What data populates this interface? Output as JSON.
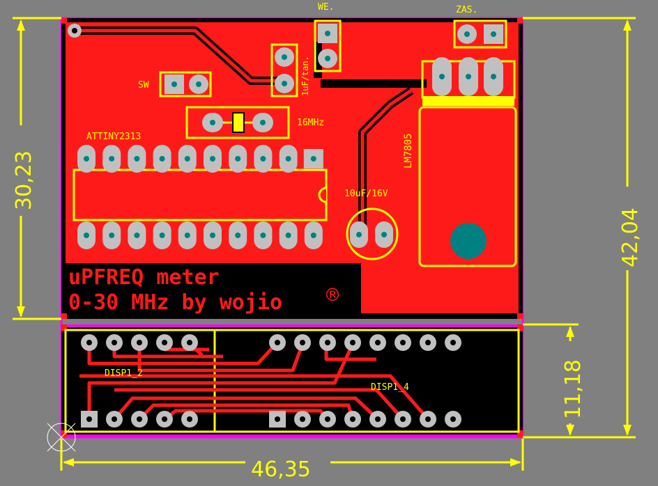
{
  "dimensions": {
    "height_main": "30,23",
    "height_total": "42,04",
    "height_display": "11,18",
    "width": "46,35"
  },
  "board_labels": {
    "sw": "SW",
    "we": "WE.",
    "zas": "ZAS.",
    "cap1": "1uF/tan.",
    "crystal": "16MHz",
    "mcu": "ATTINY2313",
    "regulator": "LM7805",
    "cap2": "10uF/16V",
    "disp1": "DISP1_2",
    "disp2": "DISP1_4"
  },
  "silkscreen_text": {
    "line1": "uPFREQ meter",
    "line2": "0-30 MHz by wojio",
    "registered": "®"
  },
  "colors": {
    "background": "#808080",
    "copper": "#ff1a1a",
    "board": "#000000",
    "silkscreen": "#ffff00",
    "pad": "#c0c0c0",
    "hole": "#008080",
    "outline": "#ff00ff"
  }
}
